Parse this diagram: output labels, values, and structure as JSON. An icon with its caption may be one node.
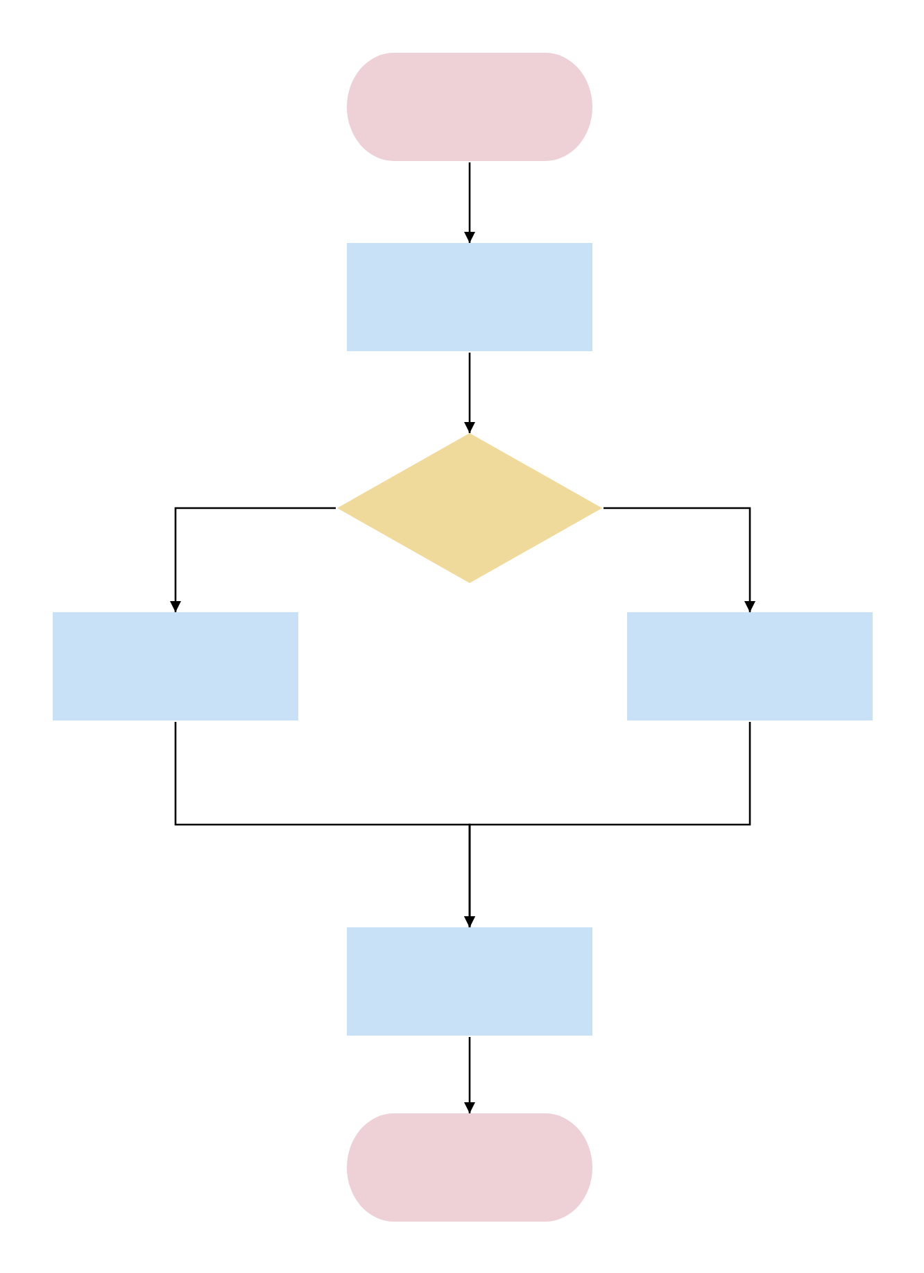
{
  "diagram": {
    "nodes": [
      {
        "text": [],
        "shape": "terminal"
      },
      {
        "text": [],
        "shape": "box"
      },
      {
        "text": [],
        "shape": "diamond"
      },
      {
        "text": [],
        "shape": "box"
      },
      {
        "text": [],
        "shape": "box"
      },
      {
        "text": [],
        "shape": "box"
      },
      {
        "text": [],
        "shape": "terminal"
      }
    ],
    "edges": [
      {
        "from": 0,
        "to": 1,
        "arrow": "to"
      },
      {
        "from": 1,
        "to": 2,
        "arrow": "to"
      },
      {
        "from": 2,
        "to": 3,
        "arrow": "to"
      },
      {
        "from": 2,
        "to": 4,
        "arrow": "to"
      },
      {
        "from": 3,
        "to": 5,
        "arrow": "to"
      },
      {
        "from": 4,
        "to": 5,
        "arrow": "to"
      },
      {
        "from": 5,
        "to": 6,
        "arrow": "to"
      }
    ]
  }
}
